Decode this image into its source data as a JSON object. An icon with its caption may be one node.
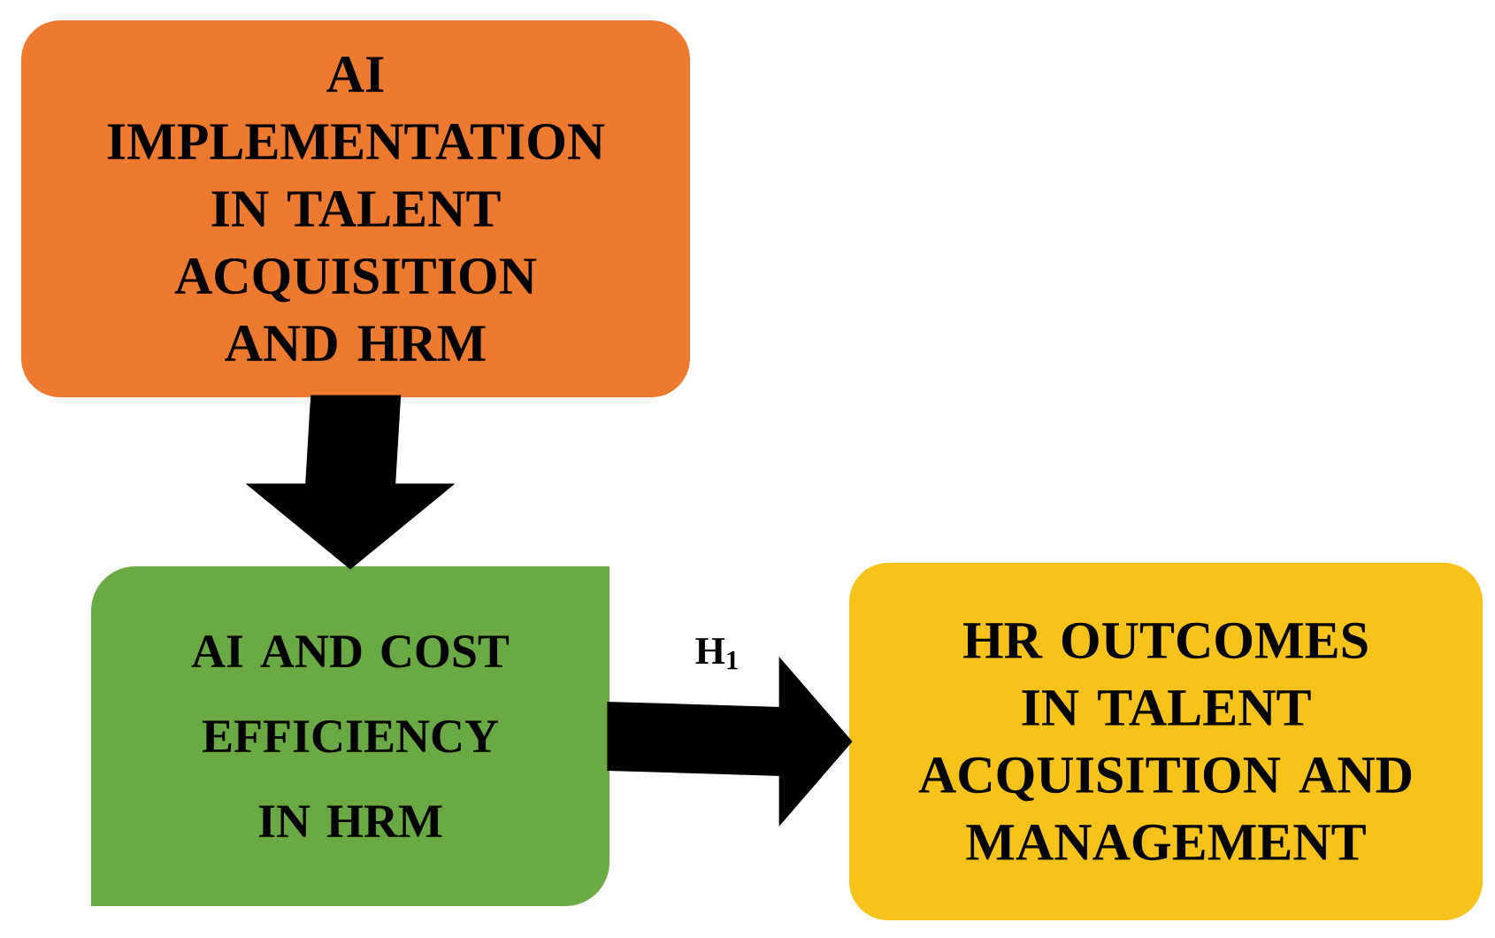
{
  "diagram": {
    "nodes": [
      {
        "text": [
          "AI IMPLEMENTATION IN TALENT ACQUISITION AND HRM"
        ]
      },
      {
        "text": [
          "AI AND COST EFFICIENCY IN HRM"
        ]
      },
      {
        "text": [
          "HR OUTCOMES IN TALENT ACQUISITION AND MANAGEMENT"
        ]
      }
    ],
    "edges": [
      {
        "from": 0,
        "to": 1,
        "arrow": "to",
        "style": "thick"
      },
      {
        "from": 1,
        "to": 2,
        "arrow": "to",
        "style": "thick",
        "label": "H$_{1}$"
      }
    ]
  }
}
